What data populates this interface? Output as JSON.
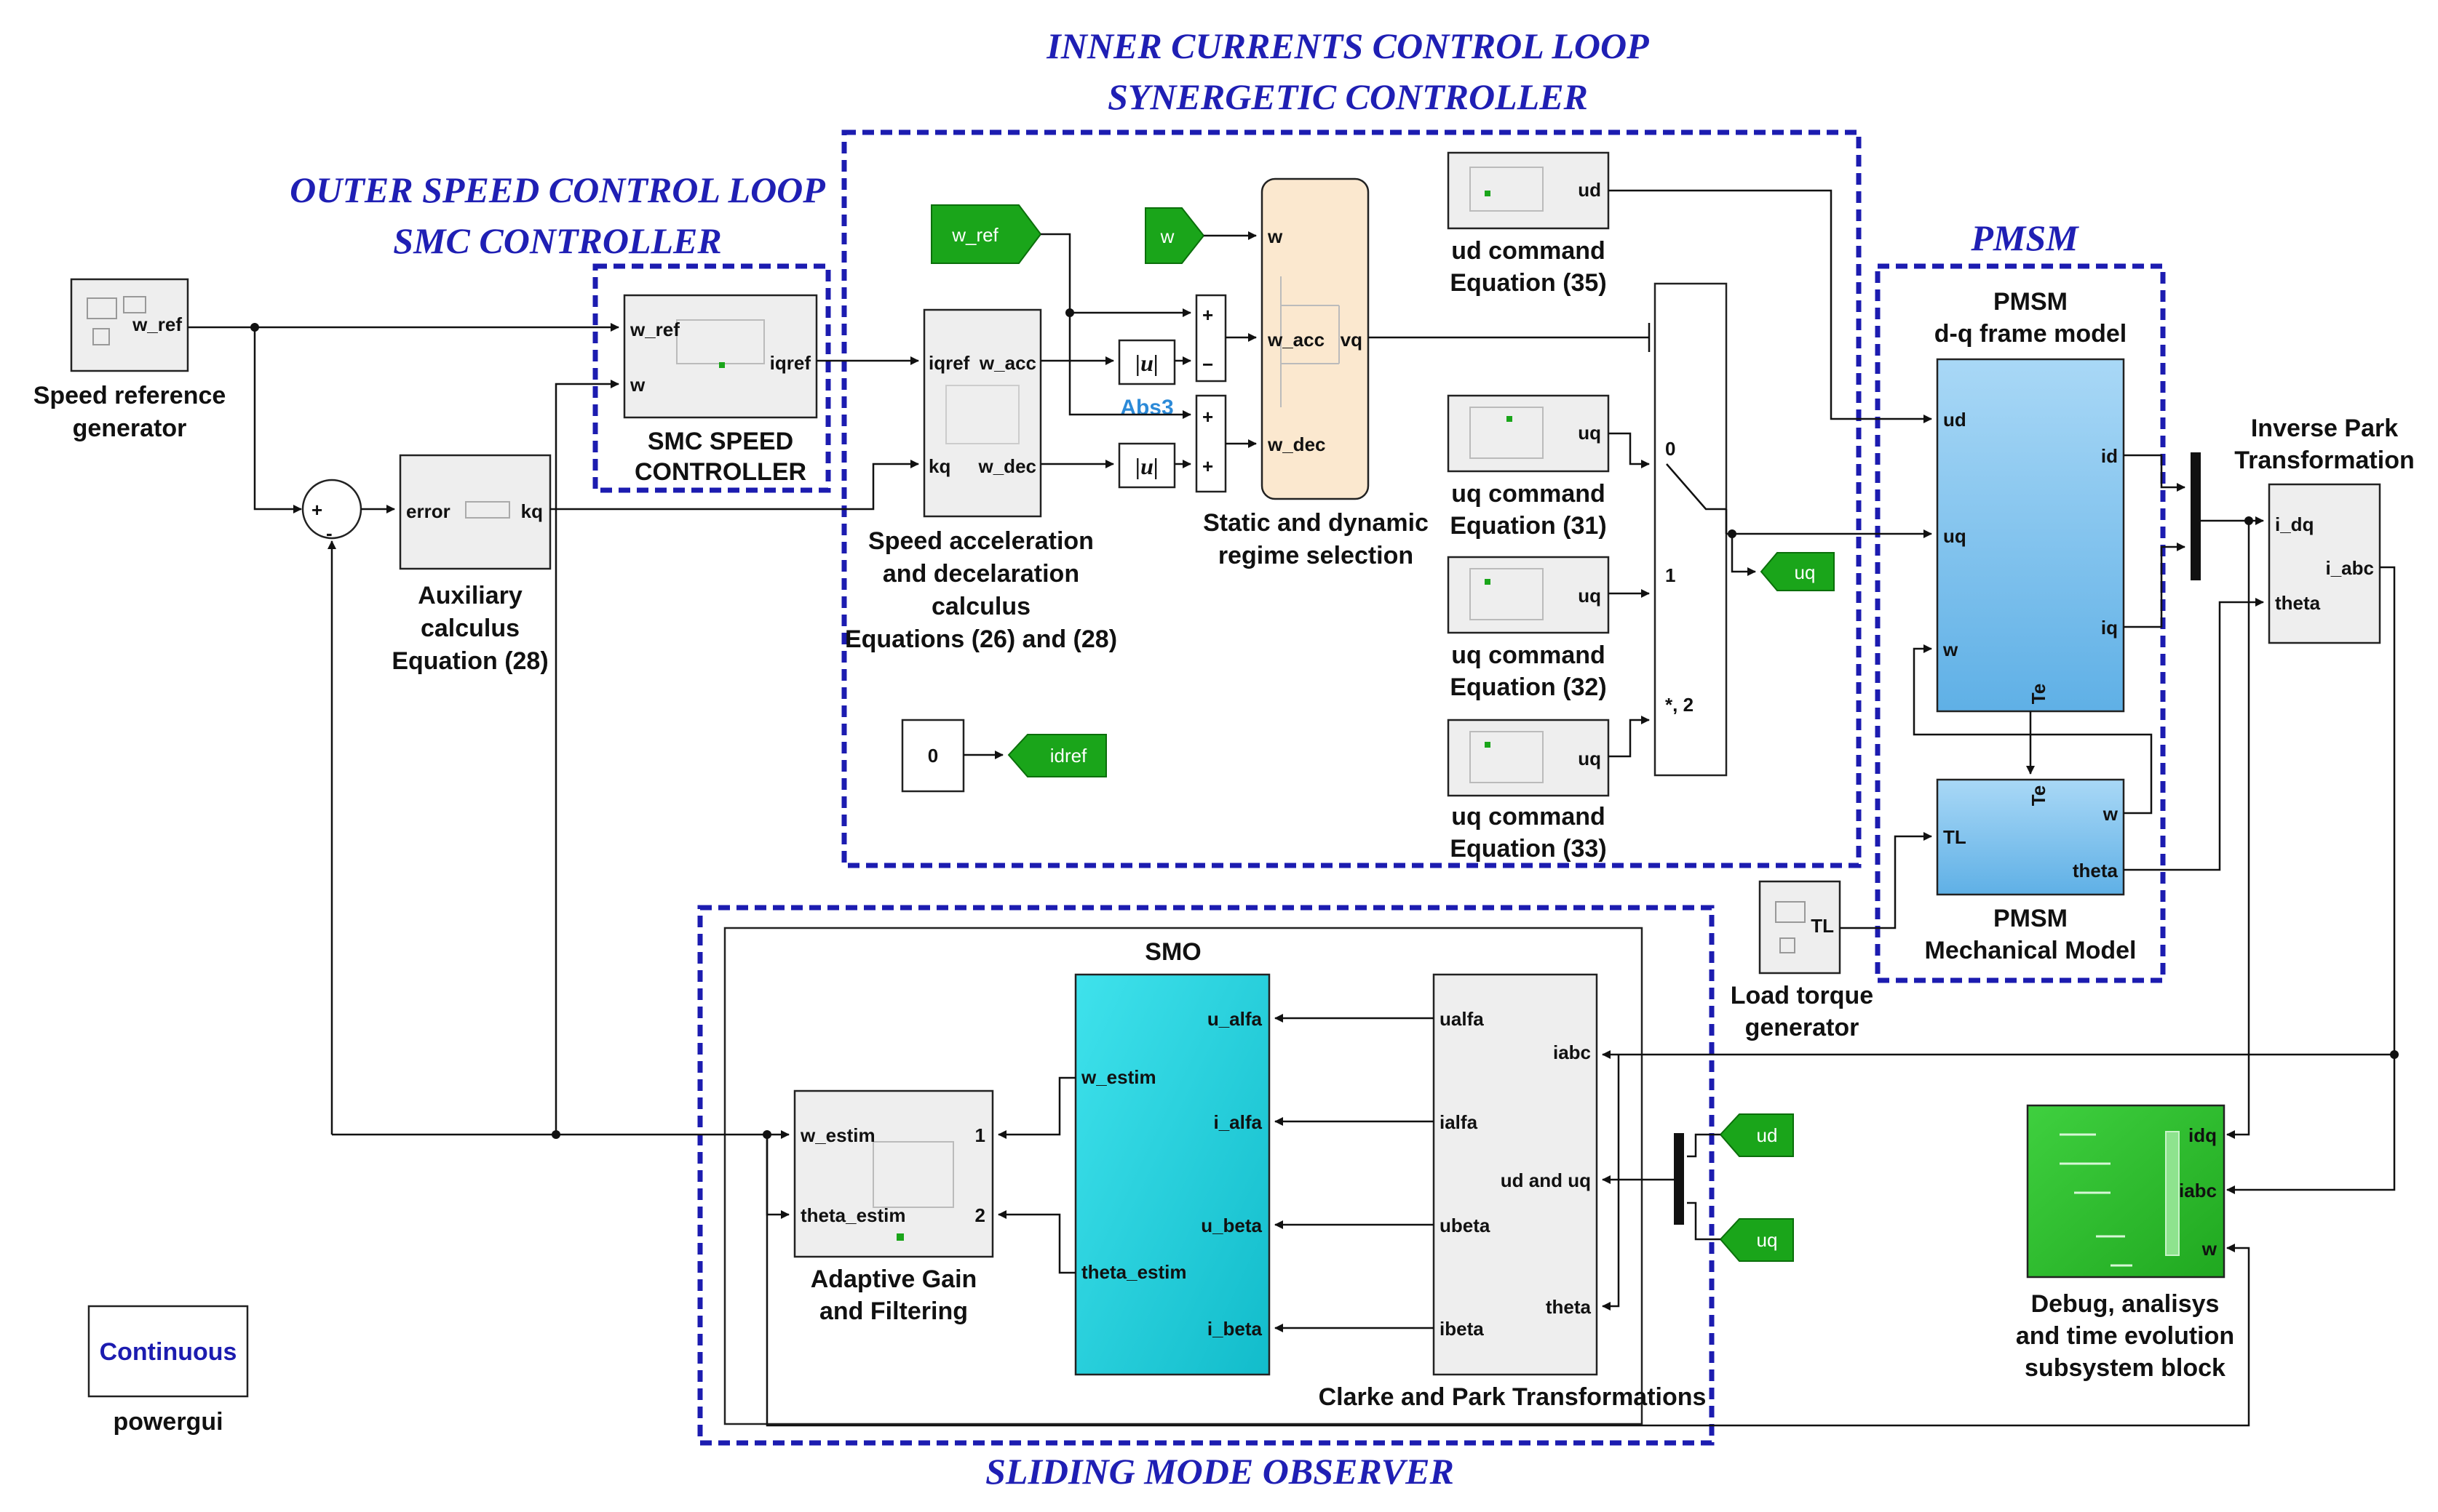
{
  "sections": {
    "outer_title_1": "OUTER SPEED CONTROL LOOP",
    "outer_title_2": "SMC CONTROLLER",
    "inner_title_1": "INNER CURRENTS CONTROL LOOP",
    "inner_title_2": "SYNERGETIC CONTROLLER",
    "pmsm_title": "PMSM",
    "observer_title": "SLIDING MODE OBSERVER"
  },
  "blocks": {
    "speed_ref": {
      "port": "w_ref",
      "label_1": "Speed reference",
      "label_2": "generator"
    },
    "sum_plus": "+",
    "sum_minus": "-",
    "aux": {
      "in": "error",
      "out": "kq",
      "label_1": "Auxiliary",
      "label_2": "calculus",
      "label_3": "Equation (28)"
    },
    "smc": {
      "in1": "w_ref",
      "in2": "w",
      "out": "iqref",
      "label_1": "SMC SPEED",
      "label_2": "CONTROLLER"
    },
    "accel": {
      "in1": "iqref",
      "in2": "kq",
      "out1": "w_acc",
      "out2": "w_dec",
      "label_1": "Speed acceleration",
      "label_2": "and decelaration",
      "label_3": "calculus",
      "label_4": "Equations (26) and (28)"
    },
    "goto_wref": "w_ref",
    "goto_w": "w",
    "abs_symbol": "|u|",
    "abs_name": "Abs3",
    "sum_add": "+",
    "sum_sub": "−",
    "regime": {
      "in1": "w",
      "in2": "w_acc",
      "in3": "w_dec",
      "out": "vq",
      "label_1": "Static and dynamic",
      "label_2": "regime selection"
    },
    "ud_cmd": {
      "out": "ud",
      "label_1": "ud command",
      "label_2": "Equation (35)"
    },
    "uq31": {
      "out": "uq",
      "label_1": "uq command",
      "label_2": "Equation (31)"
    },
    "uq32": {
      "out": "uq",
      "label_1": "uq command",
      "label_2": "Equation (32)"
    },
    "uq33": {
      "out": "uq",
      "label_1": "uq command",
      "label_2": "Equation (33)"
    },
    "switch": {
      "p0": "0",
      "p1": "1",
      "p2": "*, 2"
    },
    "goto_uq": "uq",
    "const_zero": "0",
    "goto_idref": "idref",
    "pmsm_dq": {
      "in1": "ud",
      "in2": "uq",
      "in3": "w",
      "out1": "id",
      "out2": "iq",
      "out3": "Te",
      "label_1": "PMSM",
      "label_2": "d-q frame model"
    },
    "pmsm_mech": {
      "in1": "TL",
      "in_top": "Te",
      "out1": "w",
      "out2": "theta",
      "label_1": "PMSM",
      "label_2": "Mechanical Model"
    },
    "inv_park": {
      "in1": "i_dq",
      "in2": "theta",
      "out": "i_abc",
      "label_1": "Inverse Park",
      "label_2": "Transformation"
    },
    "load": {
      "out": "TL",
      "label_1": "Load torque",
      "label_2": "generator"
    },
    "smo": {
      "title": "SMO",
      "in1": "u_alfa",
      "in2": "i_alfa",
      "in3": "u_beta",
      "in4": "i_beta",
      "out1": "w_estim",
      "out2": "theta_estim"
    },
    "adaptive": {
      "in1": "w_estim",
      "in2": "theta_estim",
      "out1": "1",
      "out2": "2",
      "label_1": "Adaptive Gain",
      "label_2": "and Filtering"
    },
    "clarke": {
      "out1": "ualfa",
      "out2": "ialfa",
      "out3": "ubeta",
      "out4": "ibeta",
      "in1": "iabc",
      "in2": "ud and uq",
      "in3": "theta",
      "label": "Clarke and Park Transformations"
    },
    "from_ud": "ud",
    "from_uq": "uq",
    "debug": {
      "in1": "idq",
      "in2": "iabc",
      "in3": "w",
      "label_1": "Debug, analisys",
      "label_2": "and time evolution",
      "label_3": "subsystem block"
    },
    "powergui": {
      "text": "Continuous",
      "label": "powergui"
    }
  },
  "colors": {
    "dashed_border": "#1c1cb0",
    "section_title": "#1f1fb4",
    "goto_green": "#1aa51a",
    "pmsm_blue": "#7ec3ef",
    "smo_cyan": "#27d3e0",
    "regime_peach": "#fbe8cf",
    "debug_green": "#2ebf2e",
    "abs_link": "#2c8ad8"
  }
}
